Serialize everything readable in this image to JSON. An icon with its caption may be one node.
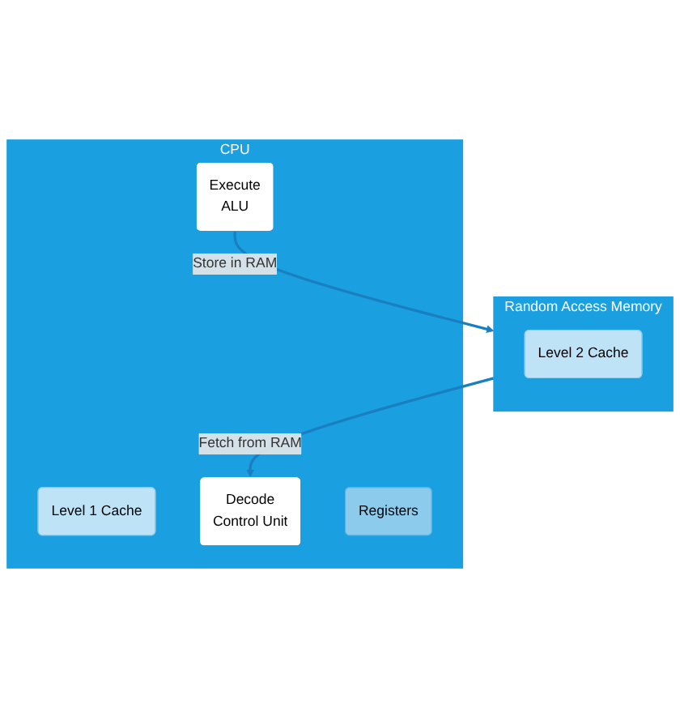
{
  "diagram": {
    "nodes": [
      {
        "text": [
          "Random Access Memory"
        ]
      },
      {
        "text": [
          "Level 2 Cache"
        ],
        "in": 0
      },
      {
        "text": [
          "CPU"
        ]
      },
      {
        "text": [
          "Level 1 Cache"
        ],
        "in": 2
      },
      {
        "text": [
          "Execute",
          "ALU"
        ],
        "in": 2
      },
      {
        "text": [
          "Decode",
          "Control Unit"
        ],
        "in": 2
      },
      {
        "text": [
          "Registers"
        ],
        "in": 2
      }
    ],
    "edges": [
      {
        "from": 4,
        "to": 0,
        "arrow": "to",
        "label": "Store in RAM"
      },
      {
        "from": 0,
        "to": 5,
        "arrow": "to",
        "label": "Fetch from RAM"
      }
    ]
  }
}
